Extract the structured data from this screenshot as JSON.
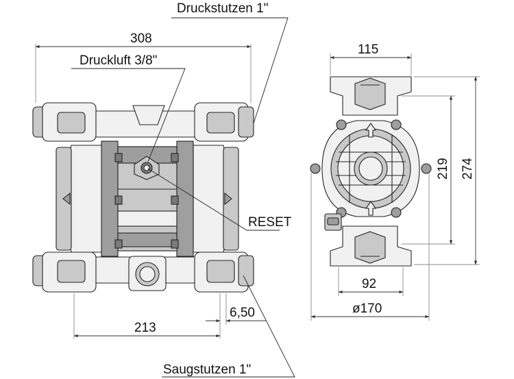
{
  "callouts": {
    "discharge": "Druckstutzen 1\"",
    "air": "Druckluft 3/8\"",
    "reset": "RESET",
    "suction": "Saugstutzen 1\""
  },
  "front_view": {
    "width": "308",
    "port_spacing": "213",
    "port_offset": "6,50"
  },
  "side_view": {
    "top_width": "115",
    "bottom_width": "92",
    "diameter": "ø170",
    "inner_height": "219",
    "total_height": "274"
  }
}
